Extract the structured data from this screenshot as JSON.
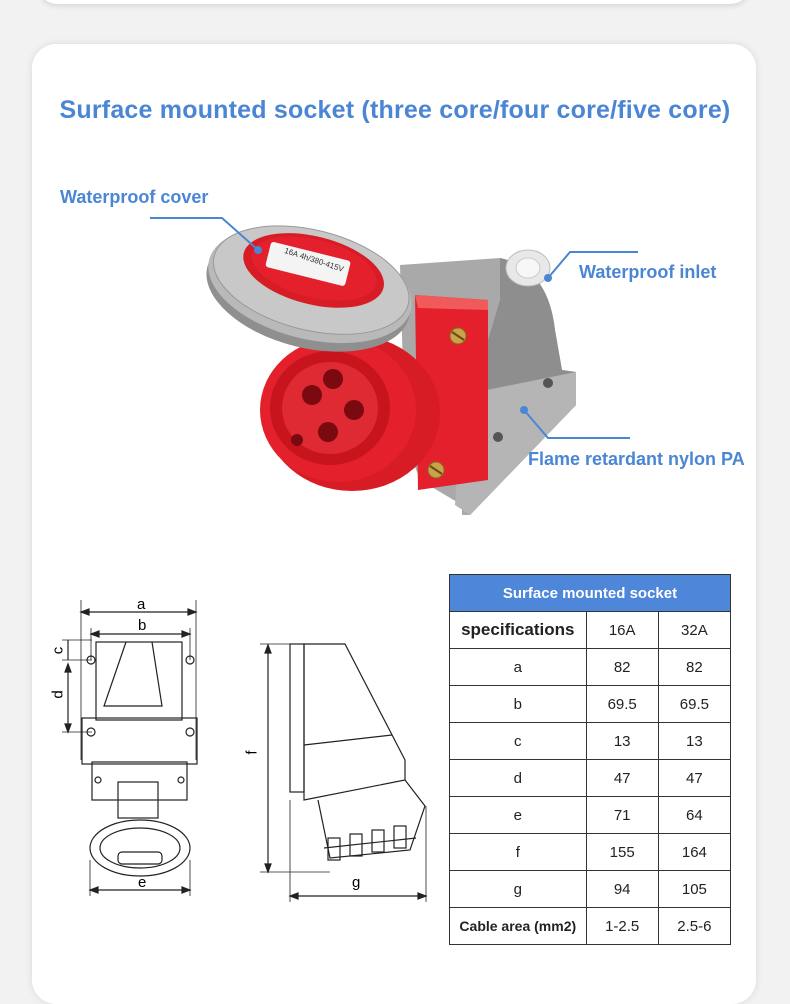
{
  "title": "Surface mounted socket (three core/four core/five core)",
  "callouts": {
    "cover": "Waterproof cover",
    "inlet": "Waterproof inlet",
    "nylon": "Flame retardant nylon PA"
  },
  "product_label": "16A 4h/380-415V",
  "drawing_labels": {
    "a": "a",
    "b": "b",
    "c": "c",
    "d": "d",
    "e": "e",
    "f": "f",
    "g": "g"
  },
  "table": {
    "header": "Surface mounted socket",
    "columns": [
      "specifications",
      "16A",
      "32A"
    ],
    "rows": [
      [
        "a",
        "82",
        "82"
      ],
      [
        "b",
        "69.5",
        "69.5"
      ],
      [
        "c",
        "13",
        "13"
      ],
      [
        "d",
        "47",
        "47"
      ],
      [
        "e",
        "71",
        "64"
      ],
      [
        "f",
        "155",
        "164"
      ],
      [
        "g",
        "94",
        "105"
      ],
      [
        "Cable area (mm2)",
        "1-2.5",
        "2.5-6"
      ]
    ]
  },
  "colors": {
    "accent": "#4a86d4",
    "header_bg": "#4e86d9",
    "socket_red": "#e3202b",
    "housing_grey": "#9a9a9a"
  }
}
